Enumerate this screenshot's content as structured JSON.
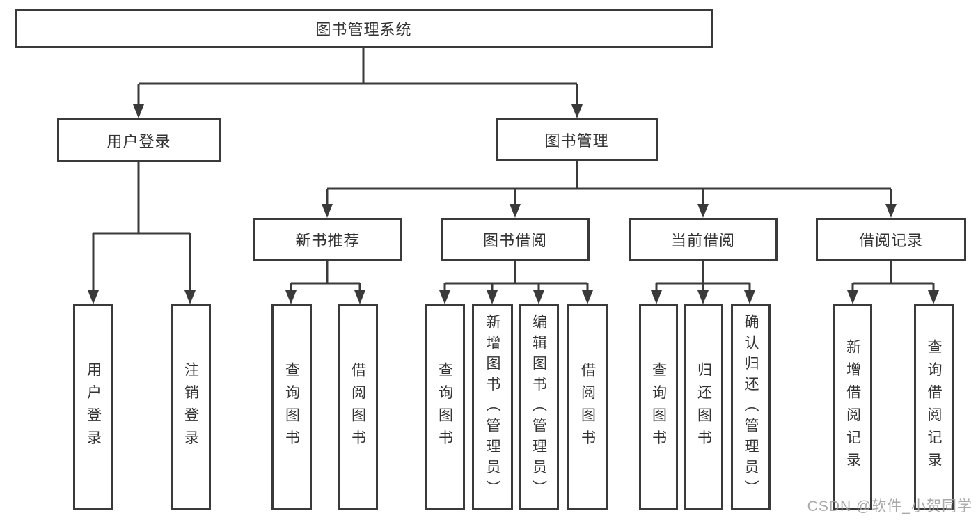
{
  "diagram": {
    "root": "图书管理系统",
    "branches": [
      {
        "label": "用户登录",
        "children": [
          "用户登录",
          "注销登录"
        ]
      },
      {
        "label": "图书管理",
        "sections": [
          {
            "label": "新书推荐",
            "children": [
              "查询图书",
              "借阅图书"
            ]
          },
          {
            "label": "图书借阅",
            "children": [
              "查询图书",
              "新增图书（管理员）",
              "编辑图书（管理员）",
              "借阅图书"
            ]
          },
          {
            "label": "当前借阅",
            "children": [
              "查询图书",
              "归还图书",
              "确认归还（管理员）"
            ]
          },
          {
            "label": "借阅记录",
            "children": [
              "新增借阅记录",
              "查询借阅记录"
            ]
          }
        ]
      }
    ]
  },
  "watermark": "CSDN @软件_小贺同学",
  "colors": {
    "line": "#3a3a3a",
    "text": "#333333",
    "watermark": "#a0a0a0",
    "background": "#ffffff"
  }
}
